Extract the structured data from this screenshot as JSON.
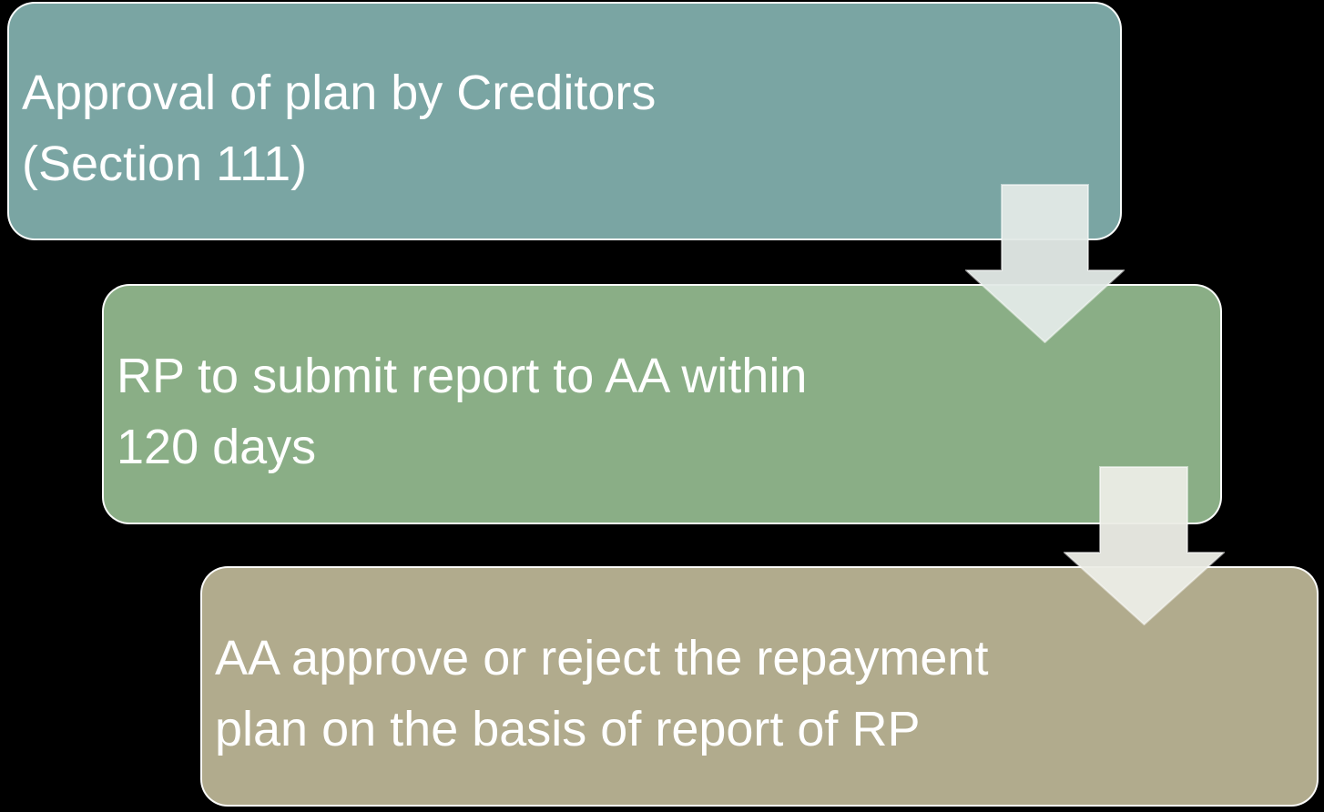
{
  "canvas": {
    "background": "#000000"
  },
  "diagram": {
    "type": "vertical-process-flow",
    "text_color": "#ffffff",
    "outline_color": "rgba(255,255,255,0.95)",
    "steps": [
      {
        "line1": "Approval of plan by Creditors",
        "line2": "(Section 111)",
        "full_text": "Approval of plan by Creditors (Section 111)",
        "fill": "#7aa5a3"
      },
      {
        "line1": "RP to submit report to AA within",
        "line2": "120 days",
        "full_text": "RP to submit report to AA within 120 days",
        "fill": "#8aae86"
      },
      {
        "line1": "AA approve or reject the repayment",
        "line2": "plan on the basis of report of RP",
        "full_text": "AA approve or reject the repayment plan on the basis of report of RP",
        "fill": "#b1ab8d"
      }
    ],
    "arrows": [
      {
        "icon": "down-arrow-icon",
        "fill": "rgba(226,233,230,0.955)",
        "outline": "rgba(255,255,255,0.5)"
      },
      {
        "icon": "down-arrow-icon",
        "fill": "rgba(235,236,229,0.96)",
        "outline": "rgba(255,255,255,0.5)"
      }
    ]
  }
}
